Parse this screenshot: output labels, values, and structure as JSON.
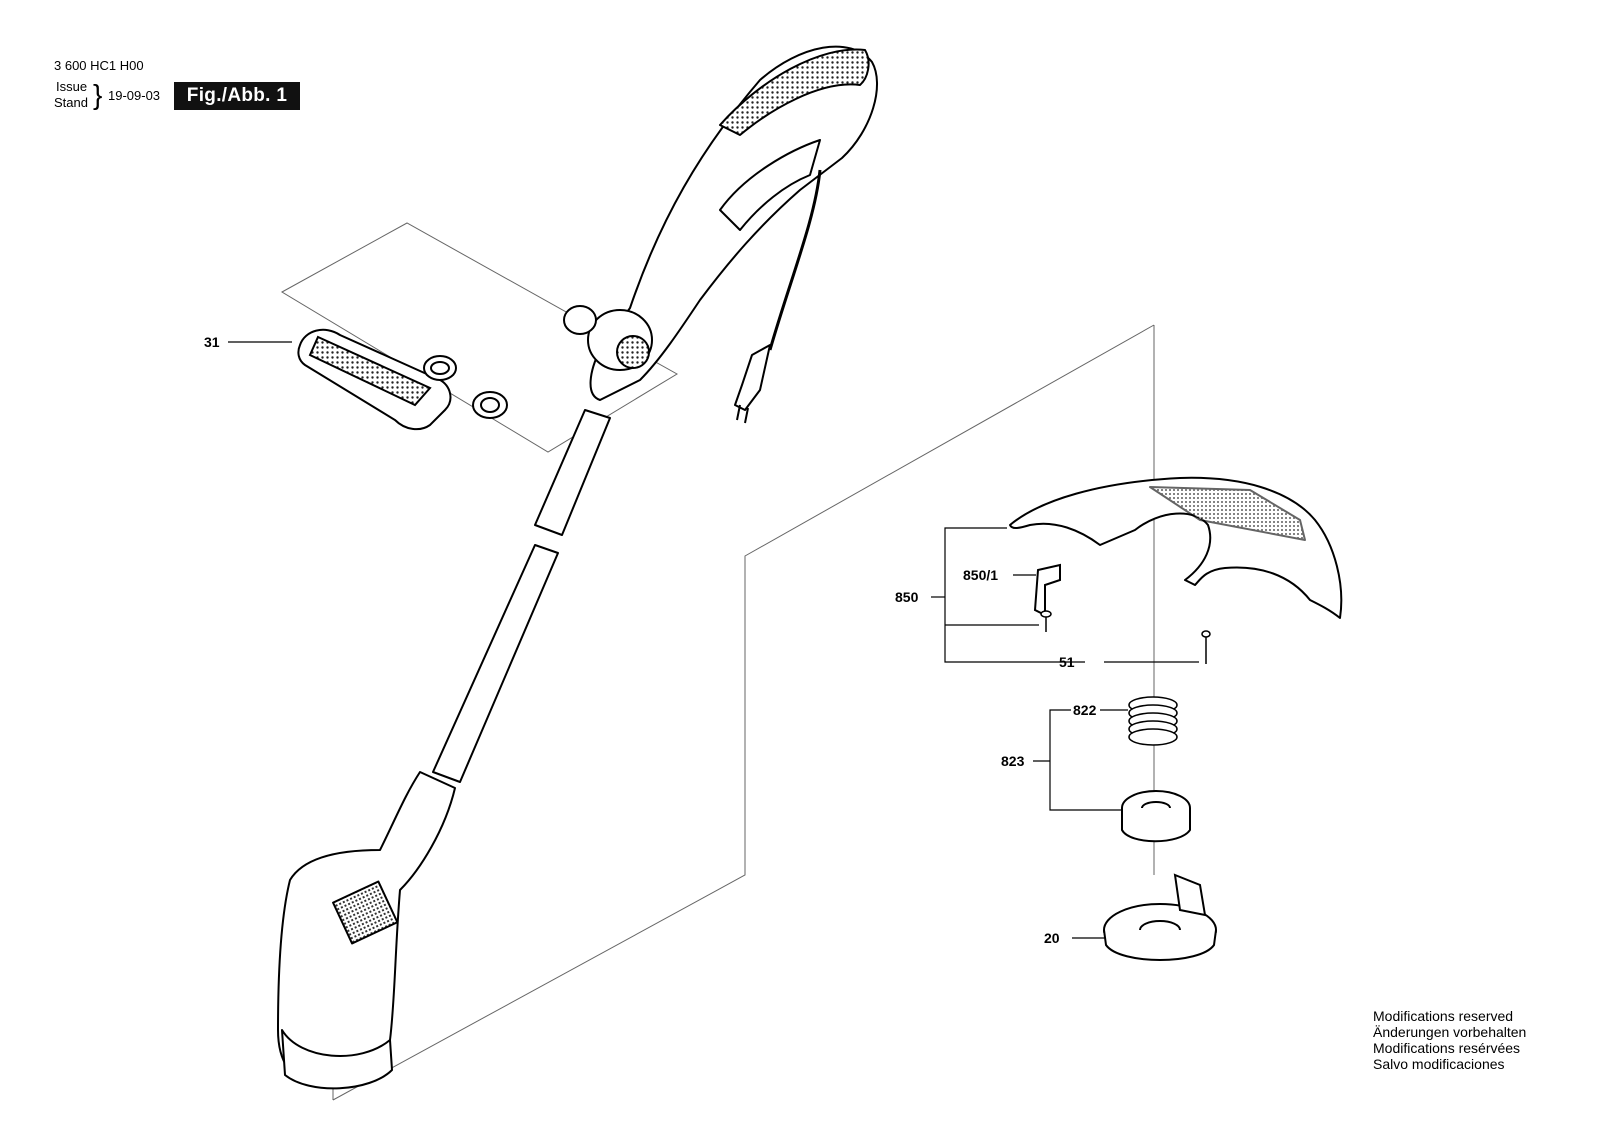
{
  "header": {
    "doc_number": "3 600 HC1 H00",
    "issue_label": "Issue",
    "stand_label": "Stand",
    "date": "19-09-03",
    "fig_label": "Fig./Abb. 1"
  },
  "callouts": {
    "p31": "31",
    "p850": "850",
    "p850_1": "850/1",
    "p51": "51",
    "p822": "822",
    "p823": "823",
    "p20": "20"
  },
  "notes": [
    "Modifications reserved",
    "Änderungen vorbehalten",
    "Modifications resérvées",
    "Salvo modificaciones"
  ]
}
